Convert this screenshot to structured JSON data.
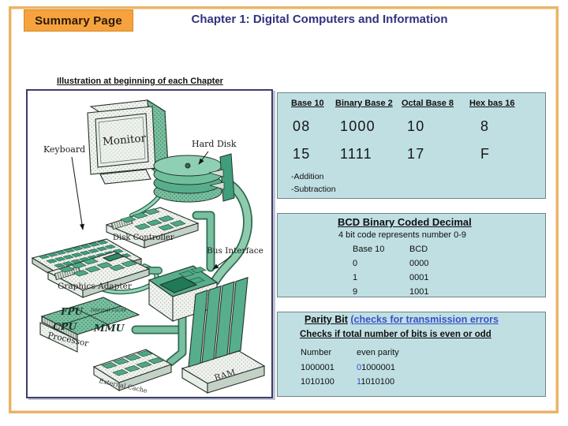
{
  "header": {
    "badge": "Summary Page",
    "title": "Chapter 1: Digital Computers and Information"
  },
  "illustration": {
    "caption": "Illustration at beginning of each Chapter",
    "labels": {
      "monitor": "Monitor",
      "keyboard": "Keyboard",
      "hard_disk": "Hard Disk",
      "disk_controller": "Disk Controller",
      "bus_interface": "Bus Interface",
      "graphics_adapter": "Graphics Adapter",
      "fpu": "FPU",
      "internal_cache": "Internal Cache",
      "cpu": "CPU",
      "mmu": "MMU",
      "processor": "Processor",
      "external_cache": "External Cache",
      "ram": "RAM"
    }
  },
  "bases_box": {
    "headers": [
      "Base 10",
      "Binary Base 2",
      "Octal Base 8",
      "Hex bas 16"
    ],
    "rows": [
      [
        "08",
        "1000",
        "10",
        "8"
      ],
      [
        "15",
        "1111",
        "17",
        "F"
      ]
    ],
    "notes": [
      "-Addition",
      "-Subtraction"
    ]
  },
  "bcd_box": {
    "title": "BCD Binary Coded Decimal",
    "subtitle": "4 bit code represents number 0-9",
    "headers": [
      "Base 10",
      "BCD"
    ],
    "rows": [
      [
        "0",
        "0000"
      ],
      [
        "1",
        "0001"
      ],
      [
        "9",
        "1001"
      ]
    ]
  },
  "parity_box": {
    "title_black": "Parity Bit",
    "title_blue": "(checks for transmission errors",
    "subtitle": "Checks if total number of bits is even or odd",
    "headers": [
      "Number",
      "even parity"
    ],
    "rows": [
      {
        "number": "1000001",
        "parity_bit": "0",
        "rest": "1000001"
      },
      {
        "number": "1010100",
        "parity_bit": "1",
        "rest": "1010100"
      }
    ]
  },
  "colors": {
    "accent_orange": "#F6A33F",
    "slide_border": "#E9B366",
    "box_fill": "#C0DFE3",
    "link_blue": "#3950C8",
    "title_blue": "#32327E",
    "illustration_green": "#4FA885"
  }
}
